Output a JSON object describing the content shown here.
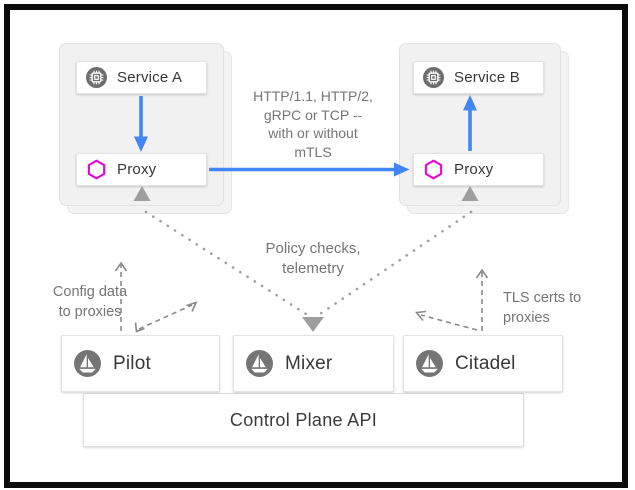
{
  "diagram": {
    "nodes": {
      "service_a": {
        "label": "Service A",
        "icon": "chip-icon"
      },
      "proxy_a": {
        "label": "Proxy",
        "icon": "hexagon-icon"
      },
      "service_b": {
        "label": "Service B",
        "icon": "chip-icon"
      },
      "proxy_b": {
        "label": "Proxy",
        "icon": "hexagon-icon"
      },
      "pilot": {
        "label": "Pilot",
        "icon": "istio-sailboat-icon"
      },
      "mixer": {
        "label": "Mixer",
        "icon": "istio-sailboat-icon"
      },
      "citadel": {
        "label": "Citadel",
        "icon": "istio-sailboat-icon"
      },
      "control_plane": {
        "label": "Control Plane API"
      }
    },
    "annotations": {
      "traffic_lines": [
        "HTTP/1.1, HTTP/2,",
        "gRPC or TCP --",
        "with or without",
        "mTLS"
      ],
      "policy_lines": [
        "Policy checks,",
        "telemetry"
      ],
      "config_lines": [
        "Config data",
        "to proxies"
      ],
      "tls_lines": [
        "TLS certs to",
        "proxies"
      ]
    },
    "colors": {
      "traffic_arrow_blue": "#4285f4",
      "annotation_gray": "#757575",
      "dotted_line_gray": "#9e9e9e",
      "dashed_line_gray": "#8a8a8a",
      "proxy_hexagon_magenta": "#e504d8",
      "service_icon_gray": "#6d6d6d",
      "istio_logo_gray": "#757575",
      "cluster_fill": "#f1f1f2",
      "frame_black": "#0b0b0b"
    }
  }
}
